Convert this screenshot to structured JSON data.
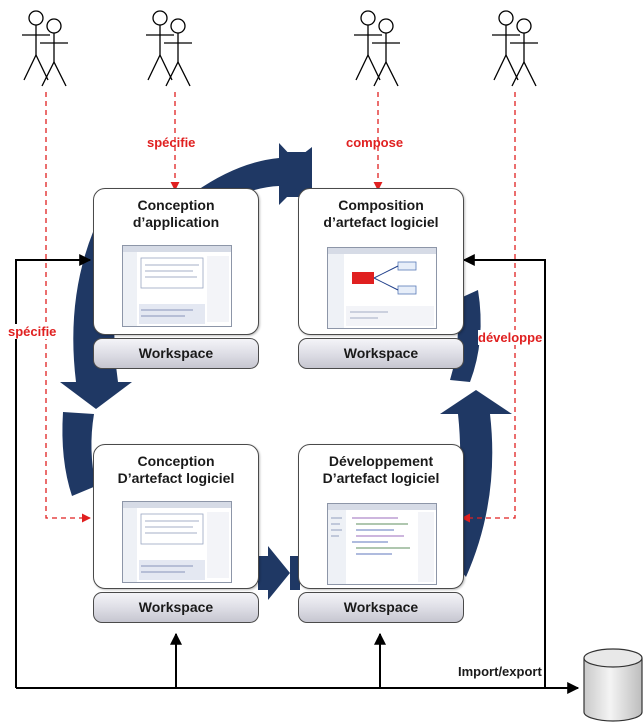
{
  "labels": {
    "specifie_top": "spécifie",
    "compose": "compose",
    "specifie_left": "spécifie",
    "developpe": "développe",
    "import_export": "Import/export"
  },
  "boxes": [
    {
      "title": "Conception\nd’application",
      "workspace": "Workspace"
    },
    {
      "title": "Composition\nd’artefact logiciel",
      "workspace": "Workspace"
    },
    {
      "title": "Conception\nD’artefact logiciel",
      "workspace": "Workspace"
    },
    {
      "title": "Développement\nD’artefact logiciel",
      "workspace": "Workspace"
    }
  ],
  "colors": {
    "cycle_arrows": "#1f3864",
    "dashed_relations": "#e02020",
    "connectors": "#000000",
    "workspace_fill": "#dcdce4"
  }
}
